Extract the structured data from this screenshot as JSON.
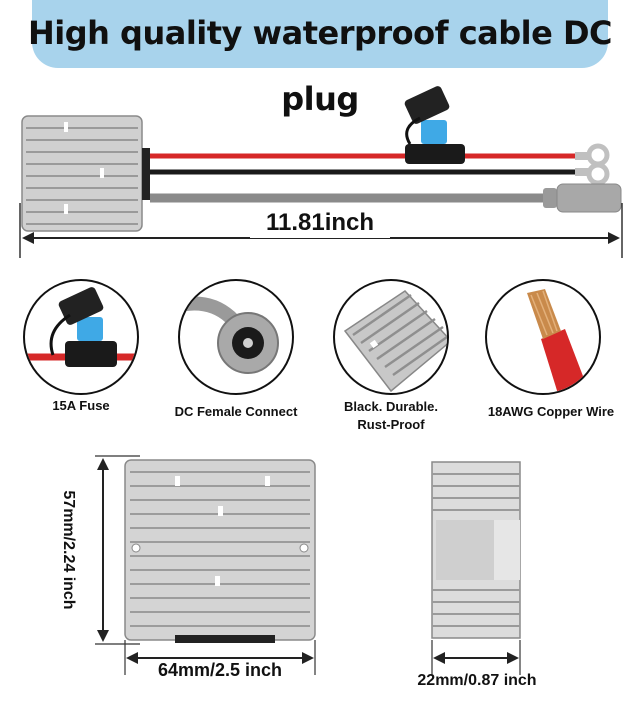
{
  "header": {
    "title": "High quality waterproof cable DC plug"
  },
  "cable": {
    "length_label": "11.81inch"
  },
  "features": [
    {
      "label": "15A Fuse"
    },
    {
      "label": "DC Female Connect"
    },
    {
      "label_line1": "Black. Durable.",
      "label_line2": "Rust-Proof"
    },
    {
      "label": "18AWG Copper Wire"
    }
  ],
  "dimensions": {
    "height": "57mm/2.24 inch",
    "width": "64mm/2.5 inch",
    "depth": "22mm/0.87 inch"
  },
  "colors": {
    "banner": "#a8d3ec",
    "red_wire": "#d62828",
    "black_wire": "#1a1a1a",
    "grey_cable": "#8a8a8a",
    "fuse_blue": "#3fa9e6",
    "aluminum": "#c9c9c9"
  },
  "icons": [
    "fuse-icon",
    "dc-female-connector-icon",
    "heatsink-icon",
    "copper-wire-icon",
    "ring-terminal-icon",
    "dimension-arrow-icon"
  ]
}
